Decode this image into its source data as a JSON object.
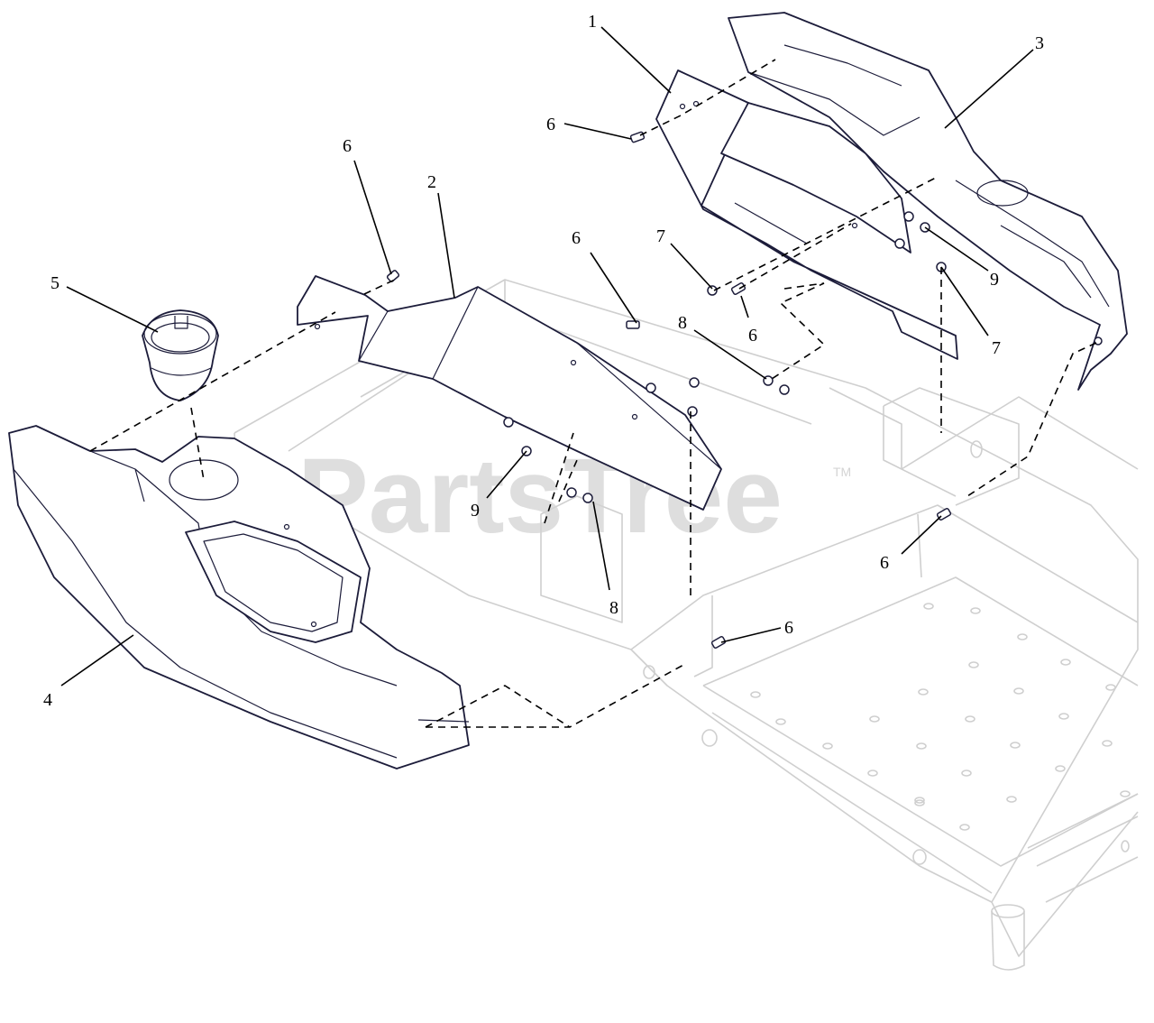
{
  "watermark": {
    "text": "PartsTree",
    "tm": "TM"
  },
  "callouts": [
    {
      "id": "c1",
      "label": "1"
    },
    {
      "id": "c2",
      "label": "2"
    },
    {
      "id": "c3",
      "label": "3"
    },
    {
      "id": "c4",
      "label": "4"
    },
    {
      "id": "c5",
      "label": "5"
    },
    {
      "id": "c6a",
      "label": "6"
    },
    {
      "id": "c6b",
      "label": "6"
    },
    {
      "id": "c6c",
      "label": "6"
    },
    {
      "id": "c6d",
      "label": "6"
    },
    {
      "id": "c6e",
      "label": "6"
    },
    {
      "id": "c6f",
      "label": "6"
    },
    {
      "id": "c7a",
      "label": "7"
    },
    {
      "id": "c7b",
      "label": "7"
    },
    {
      "id": "c8a",
      "label": "8"
    },
    {
      "id": "c8b",
      "label": "8"
    },
    {
      "id": "c9a",
      "label": "9"
    },
    {
      "id": "c9b",
      "label": "9"
    }
  ],
  "colors": {
    "part_outline": "#1c1c3a",
    "frame_outline": "#cfcfcf",
    "watermark": "#d4d4d4"
  }
}
